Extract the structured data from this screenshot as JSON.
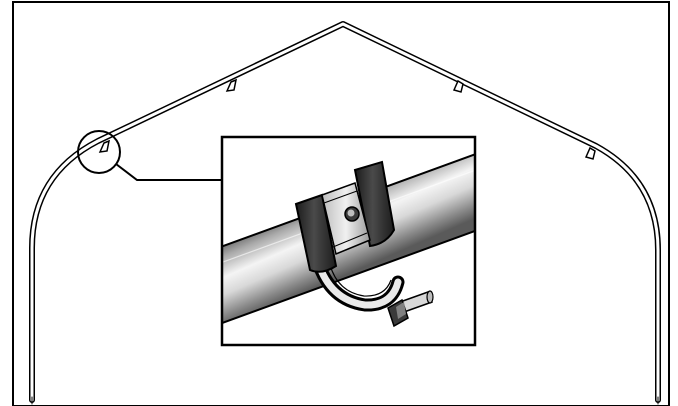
{
  "figure": {
    "subject": "arched-frame-with-pipe-clamp-detail",
    "parts": [
      {
        "name": "frame-arch",
        "icon": "tube-arch"
      },
      {
        "name": "clamp-callout-circle",
        "icon": "circle"
      },
      {
        "name": "detail-inset",
        "icon": "magnified-clamp"
      }
    ],
    "colors": {
      "line": "#000000",
      "background": "#ffffff",
      "tube_light": "#f2f2f2",
      "tube_dark": "#6d6d6d",
      "clamp_band": "#2e2e2e"
    }
  }
}
